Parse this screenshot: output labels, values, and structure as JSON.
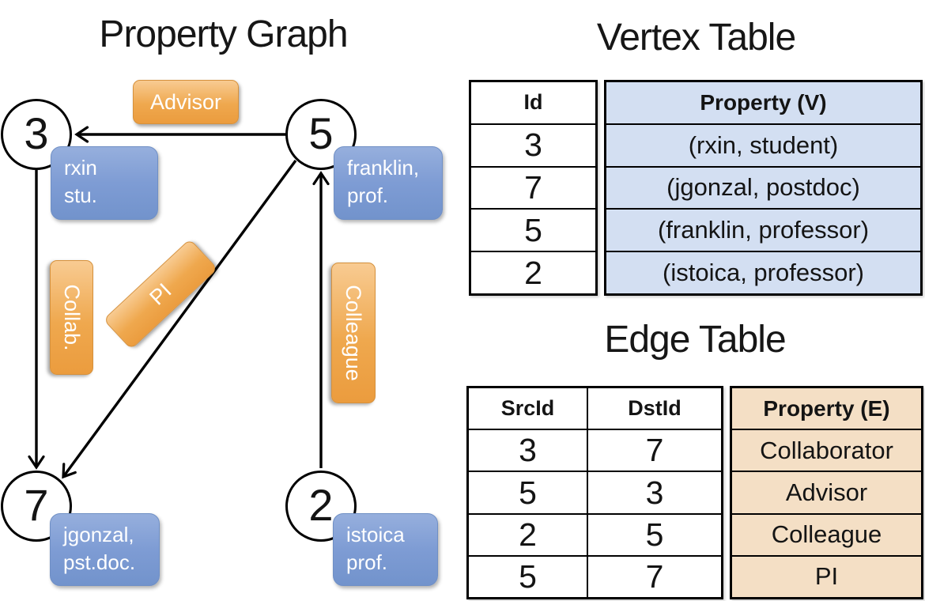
{
  "graph": {
    "title": "Property Graph",
    "vertices": [
      {
        "id": "3"
      },
      {
        "id": "5"
      },
      {
        "id": "7"
      },
      {
        "id": "2"
      }
    ],
    "vertex_labels": [
      {
        "line1": "rxin",
        "line2": "stu."
      },
      {
        "line1": "franklin,",
        "line2": "prof."
      },
      {
        "line1": "jgonzal,",
        "line2": "pst.doc."
      },
      {
        "line1": "istoica",
        "line2": "prof."
      }
    ],
    "edges": [
      {
        "src": "5",
        "dst": "3",
        "label": "Advisor"
      },
      {
        "src": "3",
        "dst": "7",
        "label": "Collab."
      },
      {
        "src": "5",
        "dst": "7",
        "label": "PI"
      },
      {
        "src": "2",
        "dst": "5",
        "label": "Colleague"
      }
    ]
  },
  "vertex_table": {
    "title": "Vertex Table",
    "headers": {
      "id": "Id",
      "property": "Property (V)"
    },
    "rows": [
      {
        "id": "3",
        "property": "(rxin, student)"
      },
      {
        "id": "7",
        "property": "(jgonzal, postdoc)"
      },
      {
        "id": "5",
        "property": "(franklin, professor)"
      },
      {
        "id": "2",
        "property": "(istoica, professor)"
      }
    ]
  },
  "edge_table": {
    "title": "Edge Table",
    "headers": {
      "src": "SrcId",
      "dst": "DstId",
      "property": "Property (E)"
    },
    "rows": [
      {
        "src": "3",
        "dst": "7",
        "property": "Collaborator"
      },
      {
        "src": "5",
        "dst": "3",
        "property": "Advisor"
      },
      {
        "src": "2",
        "dst": "5",
        "property": "Colleague"
      },
      {
        "src": "5",
        "dst": "7",
        "property": "PI"
      }
    ]
  },
  "colors": {
    "edge_label_fill": "#EFA84E",
    "vertex_label_fill": "#7E9CD4",
    "vertex_table_property_fill": "#D3DFF2",
    "edge_table_property_fill": "#F4DFC5",
    "table_border": "#000000",
    "label_text": "#FFFFFF"
  }
}
